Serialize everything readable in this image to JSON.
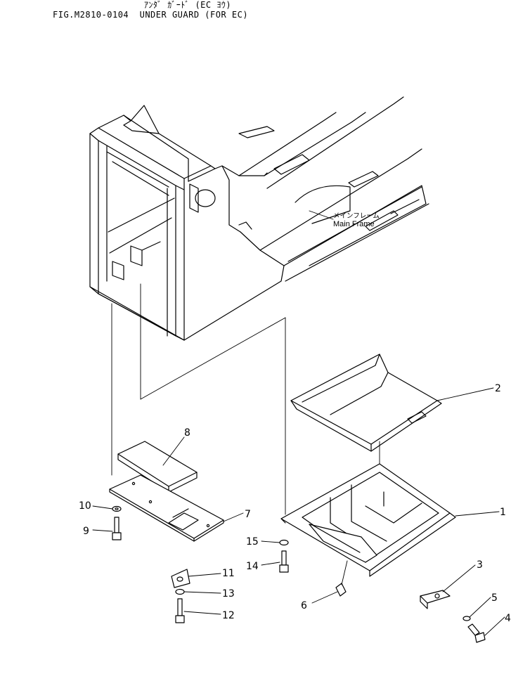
{
  "header": {
    "title_kana": "ｱﾝﾀﾞ ｶﾞｰﾄﾞ (EC ﾖｳ)",
    "title": "FIG.M2810-0104  UNDER GUARD (FOR EC)"
  },
  "labels": {
    "main_frame_kana": "メインフレーム",
    "main_frame": "Main Frame"
  },
  "callouts": [
    "1",
    "2",
    "3",
    "4",
    "5",
    "6",
    "7",
    "8",
    "9",
    "10",
    "11",
    "12",
    "13",
    "14",
    "15"
  ]
}
